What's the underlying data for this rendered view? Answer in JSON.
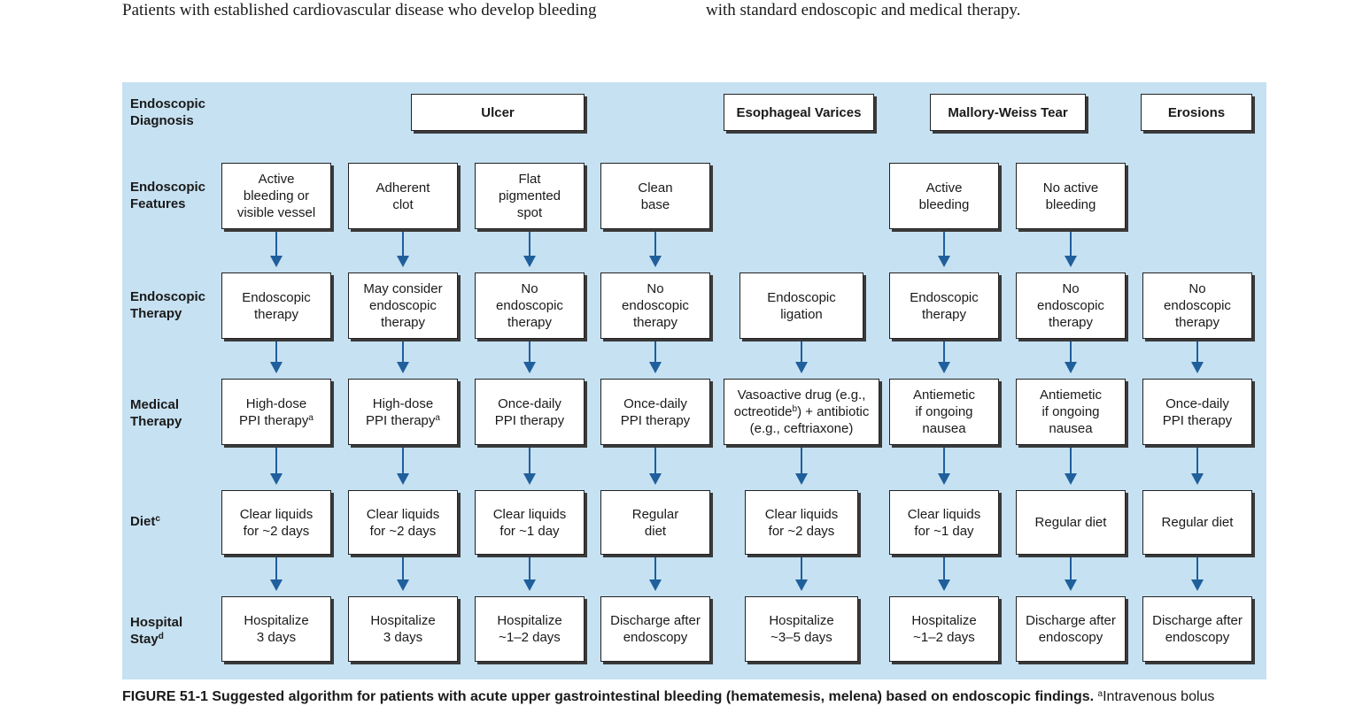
{
  "page_text": {
    "left": "Patients with established cardiovascular disease who develop bleeding",
    "right": "with standard endoscopic and medical therapy."
  },
  "row_labels": {
    "diagnosis_1": "Endoscopic",
    "diagnosis_2": "Diagnosis",
    "features_1": "Endoscopic",
    "features_2": "Features",
    "therapy_1": "Endoscopic",
    "therapy_2": "Therapy",
    "medical_1": "Medical",
    "medical_2": "Therapy",
    "diet": "Diet",
    "diet_sup": "c",
    "stay_1": "Hospital",
    "stay_2": "Stay",
    "stay_sup": "d"
  },
  "diagnoses": {
    "ulcer": "Ulcer",
    "varices": "Esophageal Varices",
    "mallory": "Mallory-Weiss Tear",
    "erosions": "Erosions"
  },
  "features": {
    "c1": [
      "Active",
      "bleeding or",
      "visible vessel"
    ],
    "c2": [
      "Adherent",
      "clot"
    ],
    "c3": [
      "Flat",
      "pigmented",
      "spot"
    ],
    "c4": [
      "Clean",
      "base"
    ],
    "c6": [
      "Active",
      "bleeding"
    ],
    "c7": [
      "No active",
      "bleeding"
    ]
  },
  "endo_therapy": {
    "c1": [
      "Endoscopic",
      "therapy"
    ],
    "c2": [
      "May consider",
      "endoscopic",
      "therapy"
    ],
    "c3": [
      "No",
      "endoscopic",
      "therapy"
    ],
    "c4": [
      "No",
      "endoscopic",
      "therapy"
    ],
    "c5": [
      "Endoscopic",
      "ligation"
    ],
    "c6": [
      "Endoscopic",
      "therapy"
    ],
    "c7": [
      "No",
      "endoscopic",
      "therapy"
    ],
    "c8": [
      "No",
      "endoscopic",
      "therapy"
    ]
  },
  "medical": {
    "c1": {
      "line1": "High-dose",
      "line2": "PPI therapy",
      "sup": "a"
    },
    "c2": {
      "line1": "High-dose",
      "line2": "PPI therapy",
      "sup": "a"
    },
    "c3": [
      "Once-daily",
      "PPI therapy"
    ],
    "c4": [
      "Once-daily",
      "PPI therapy"
    ],
    "c5": {
      "line1": "Vasoactive drug (e.g.,",
      "line2a": "octreotide",
      "sup": "b",
      "line2b": ") + antibiotic",
      "line3": "(e.g., ceftriaxone)"
    },
    "c6": [
      "Antiemetic",
      "if ongoing",
      "nausea"
    ],
    "c7": [
      "Antiemetic",
      "if ongoing",
      "nausea"
    ],
    "c8": [
      "Once-daily",
      "PPI therapy"
    ]
  },
  "diet": {
    "c1": [
      "Clear liquids",
      "for ~2 days"
    ],
    "c2": [
      "Clear liquids",
      "for ~2 days"
    ],
    "c3": [
      "Clear liquids",
      "for ~1 day"
    ],
    "c4": [
      "Regular",
      "diet"
    ],
    "c5": [
      "Clear liquids",
      "for ~2 days"
    ],
    "c6": [
      "Clear liquids",
      "for ~1 day"
    ],
    "c7": [
      "Regular diet"
    ],
    "c8": [
      "Regular diet"
    ]
  },
  "stay": {
    "c1": [
      "Hospitalize",
      "3 days"
    ],
    "c2": [
      "Hospitalize",
      "3 days"
    ],
    "c3": [
      "Hospitalize",
      "~1–2 days"
    ],
    "c4": [
      "Discharge after",
      "endoscopy"
    ],
    "c5": [
      "Hospitalize",
      "~3–5 days"
    ],
    "c6": [
      "Hospitalize",
      "~1–2 days"
    ],
    "c7": [
      "Discharge after",
      "endoscopy"
    ],
    "c8": [
      "Discharge after",
      "endoscopy"
    ]
  },
  "caption": {
    "label": "FIGURE 51-1",
    "title": "Suggested algorithm for patients with acute upper gastrointestinal bleeding (hematemesis, melena) based on endoscopic findings.",
    "sup": "a",
    "rest": "Intravenous bolus"
  },
  "colors": {
    "panel": "#c6e1f2",
    "arrow": "#1f5f9c"
  }
}
